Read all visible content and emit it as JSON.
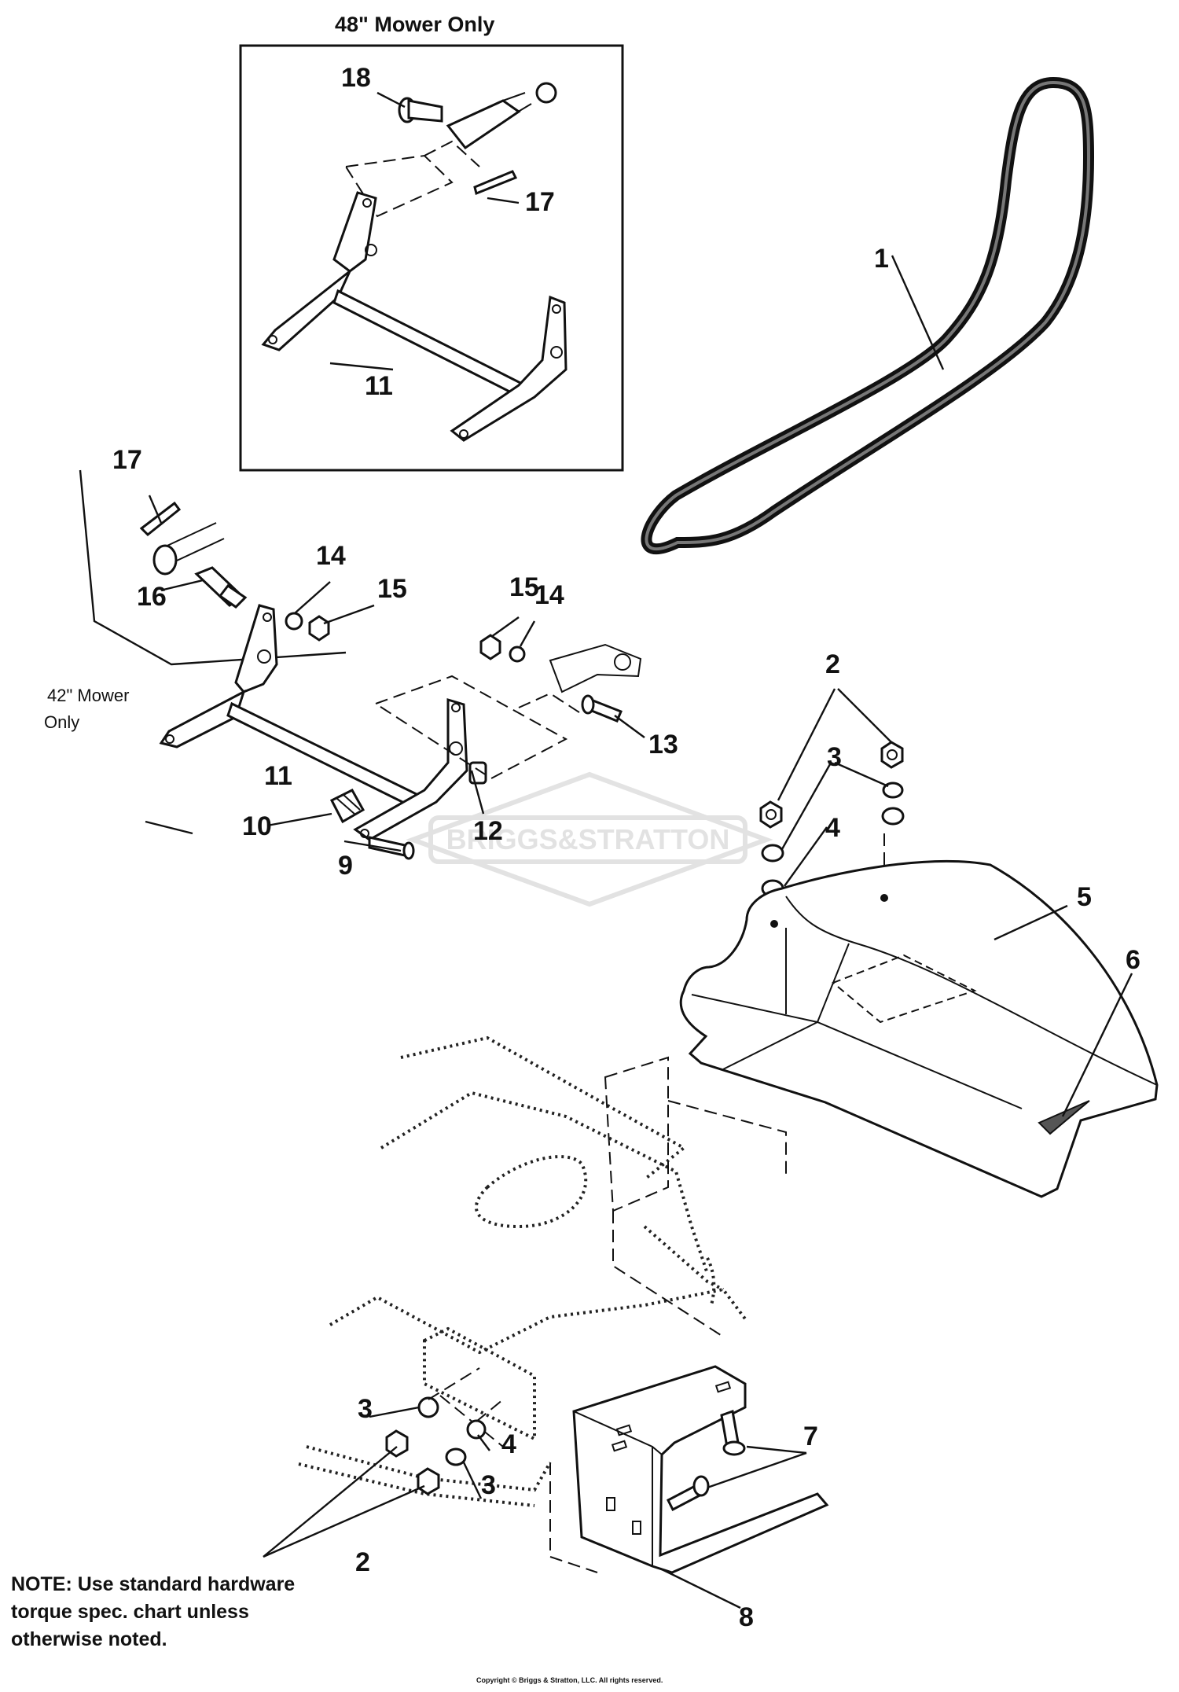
{
  "inset": {
    "title": "48\" Mower Only"
  },
  "side_note": {
    "line1": "42\" Mower",
    "line2": "Only"
  },
  "callouts": {
    "c1": "1",
    "c2a": "2",
    "c2b": "2",
    "c3a": "3",
    "c3b": "3",
    "c3c": "3",
    "c4a": "4",
    "c4b": "4",
    "c5": "5",
    "c6": "6",
    "c7": "7",
    "c8": "8",
    "c9": "9",
    "c10": "10",
    "c11a": "11",
    "c11b": "11",
    "c12": "12",
    "c13": "13",
    "c14a": "14",
    "c14b": "14",
    "c15a": "15",
    "c15b": "15",
    "c16": "16",
    "c17a": "17",
    "c17b": "17",
    "c18": "18"
  },
  "note": {
    "line1": "NOTE: Use standard hardware",
    "line2": "torque spec. chart unless",
    "line3": "otherwise noted."
  },
  "watermark": "BRIGGS&STRATTON",
  "copyright": "Copyright © Briggs & Stratton, LLC. All rights reserved."
}
